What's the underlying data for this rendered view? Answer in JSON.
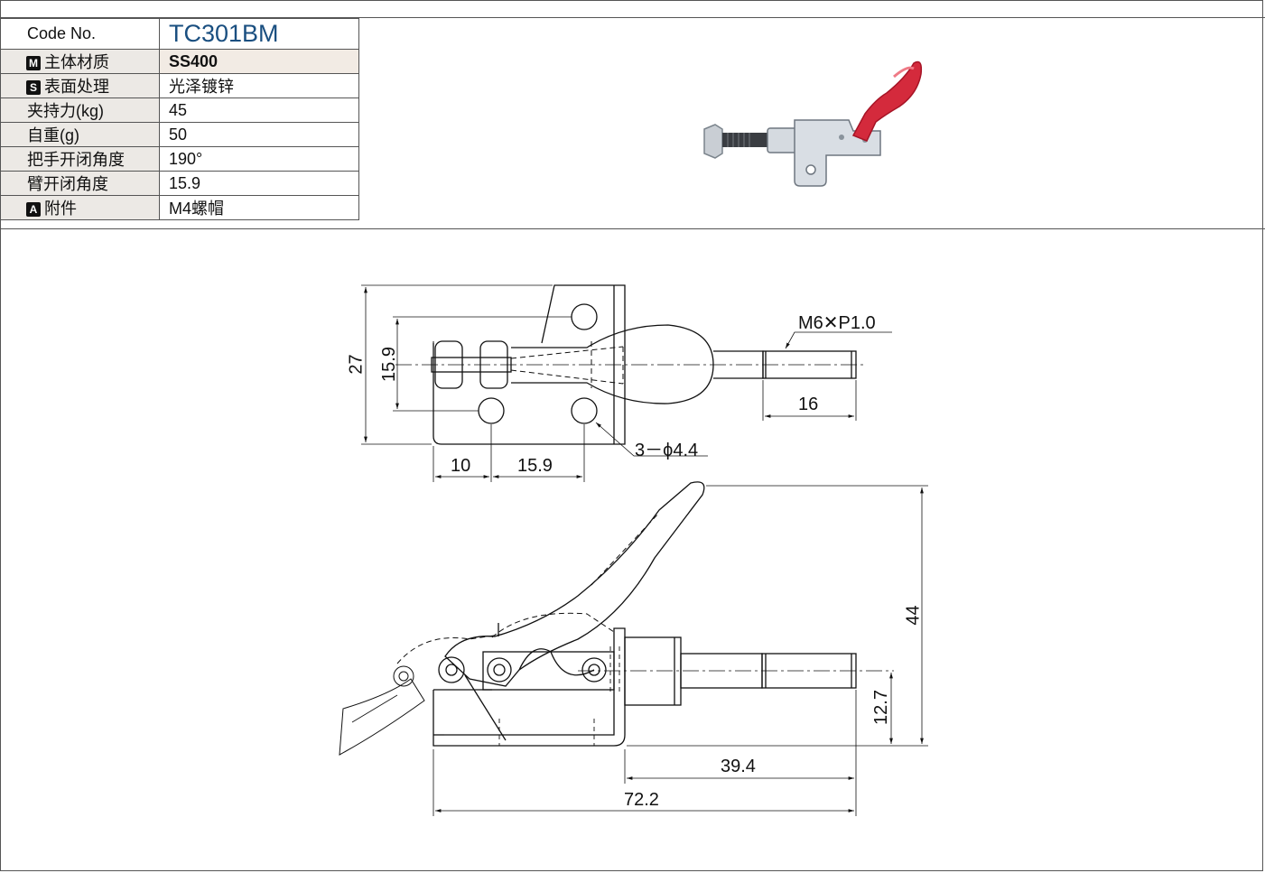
{
  "spec": {
    "rows": [
      {
        "key": "Code No.",
        "value": "TC301BM",
        "badge": ""
      },
      {
        "key": "主体材质",
        "value": "SS400",
        "badge": "M"
      },
      {
        "key": "表面处理",
        "value": "光泽镀锌",
        "badge": "S"
      },
      {
        "key": "夹持力(kg)",
        "value": "45",
        "badge": ""
      },
      {
        "key": "自重(g)",
        "value": "50",
        "badge": ""
      },
      {
        "key": "把手开闭角度",
        "value": "190°",
        "badge": ""
      },
      {
        "key": "臂开闭角度",
        "value": "15.9",
        "badge": ""
      },
      {
        "key": "附件",
        "value": "M4螺帽",
        "badge": "A"
      }
    ]
  },
  "drawing": {
    "thread": "M6✕P1.0",
    "holes": "3－ϕ4.4",
    "dims": {
      "overall_height": "27",
      "hole_spacing_v": "15.9",
      "offset": "10",
      "hole_spacing_h": "15.9",
      "thread_len": "16",
      "height_open": "44",
      "axis_height": "12.7",
      "stroke": "39.4",
      "length": "72.2"
    }
  },
  "colors": {
    "code": "#1a4f80",
    "handle": "#d42a3c",
    "header_bg": "#ece9e5",
    "alt_bg": "#f2ebe4"
  }
}
